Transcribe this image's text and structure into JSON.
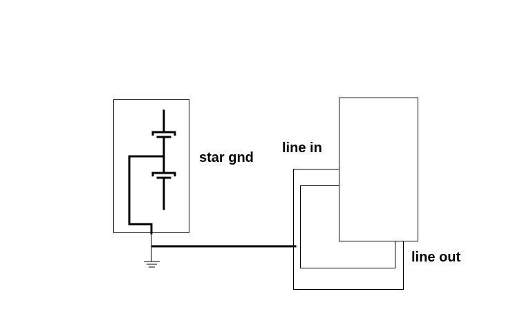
{
  "labels": {
    "star_gnd": "star gnd",
    "line_in": "line in",
    "line_out": "line out"
  },
  "colors": {
    "background": "#ffffff",
    "line": "#000000"
  },
  "components": [
    "battery-pack",
    "ground-symbol",
    "audio-device-box",
    "line-in-cable",
    "line-out-cable"
  ]
}
